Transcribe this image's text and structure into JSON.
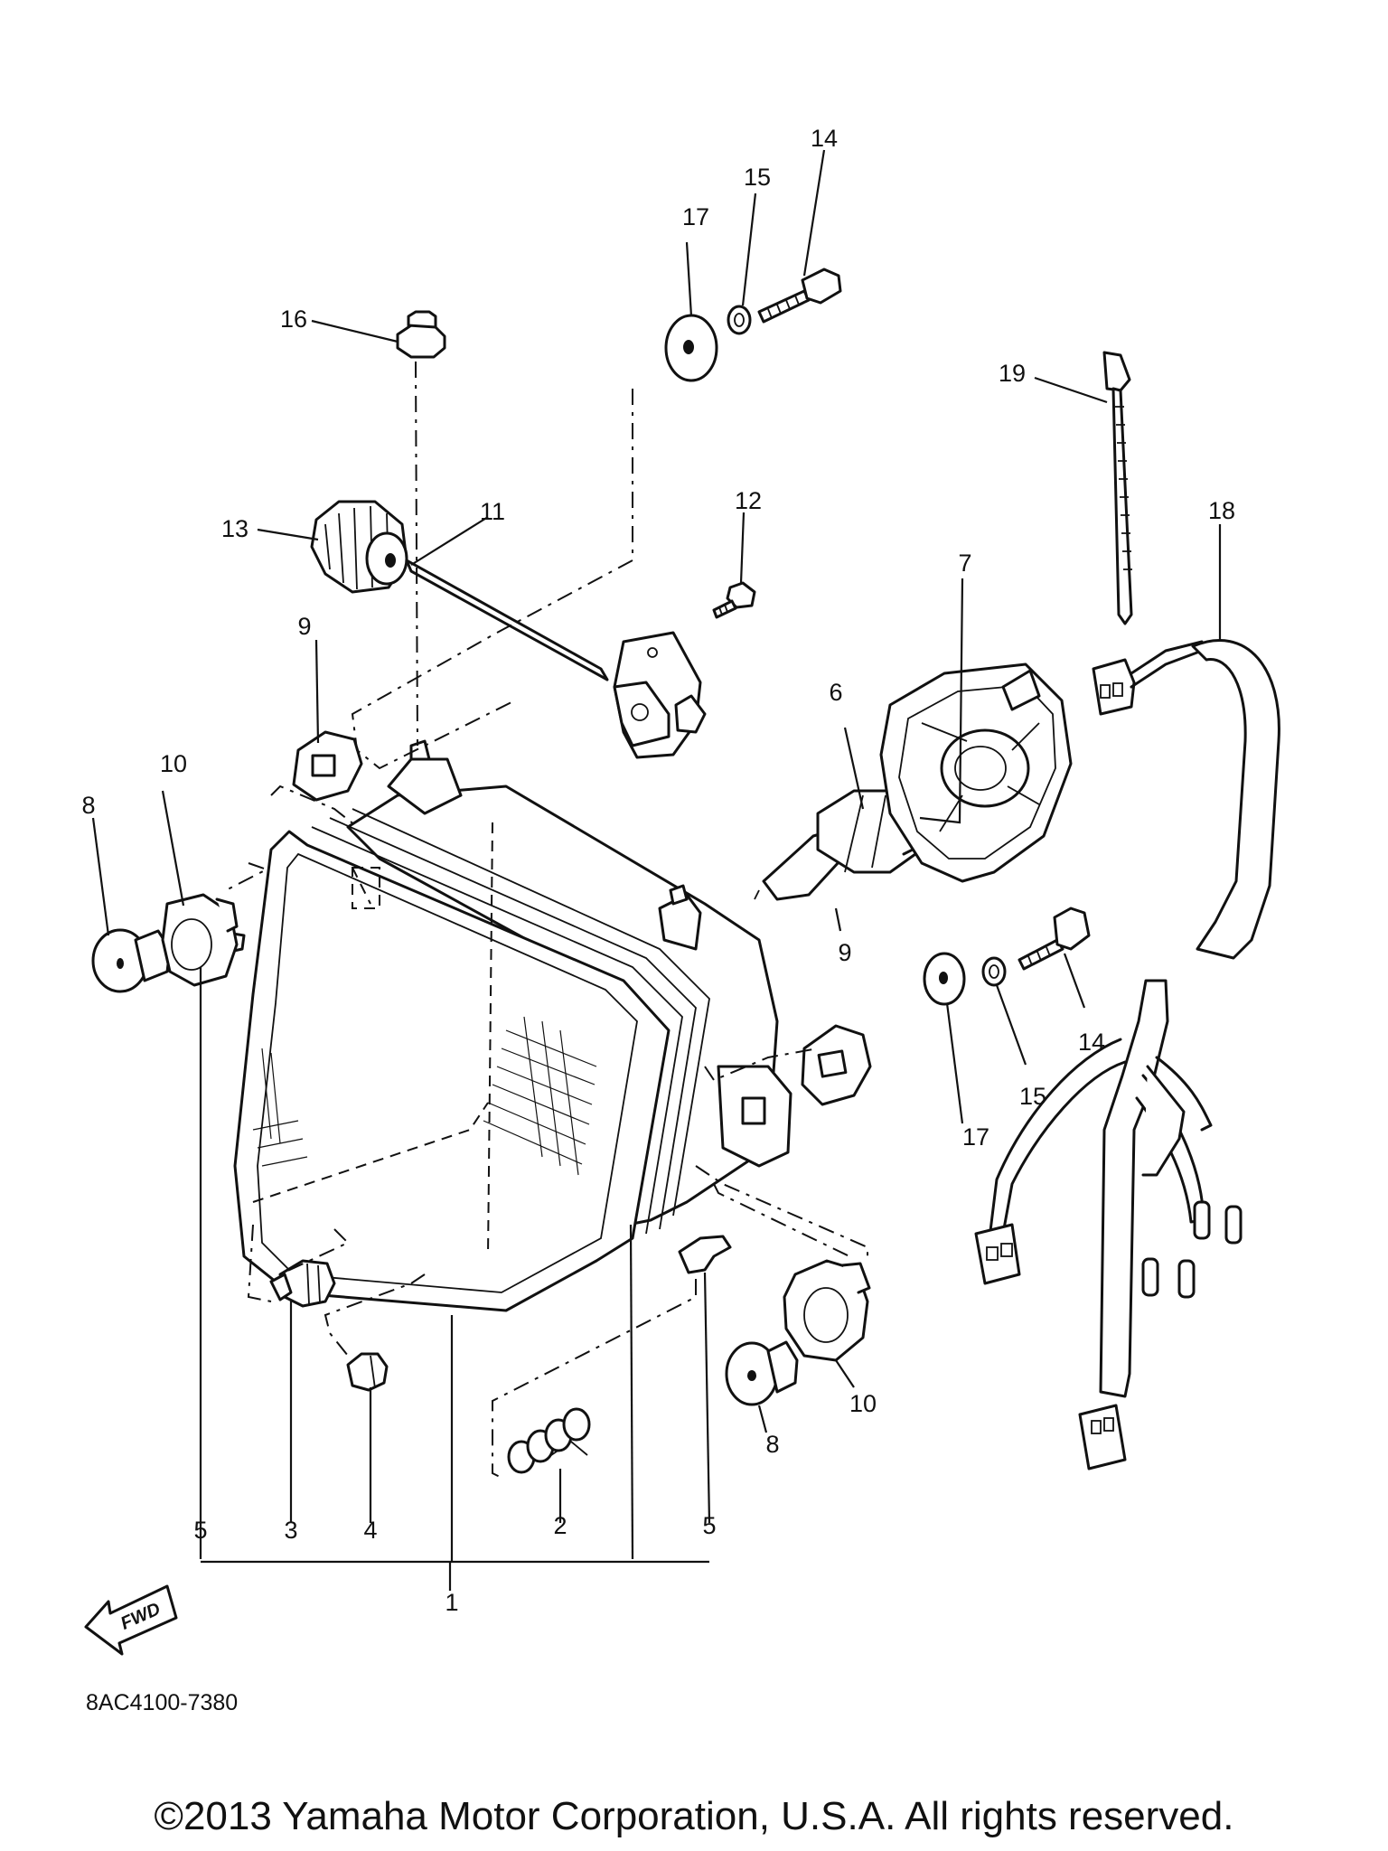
{
  "diagram_code": "8AC4100-7380",
  "fwd_label": "FWD",
  "copyright": "©2013 Yamaha Motor Corporation, U.S.A. All rights reserved.",
  "labels": {
    "p1": "1",
    "p2": "2",
    "p3": "3",
    "p4": "4",
    "p5_left": "5",
    "p5_right": "5",
    "p6": "6",
    "p7": "7",
    "p8_left": "8",
    "p8_right": "8",
    "p9_top": "9",
    "p9_right": "9",
    "p10_left": "10",
    "p10_right": "10",
    "p11": "11",
    "p12": "12",
    "p13": "13",
    "p14_top": "14",
    "p14_right": "14",
    "p15_top": "15",
    "p15_right": "15",
    "p16": "16",
    "p17_top": "17",
    "p17_right": "17",
    "p18": "18",
    "p19": "19"
  }
}
